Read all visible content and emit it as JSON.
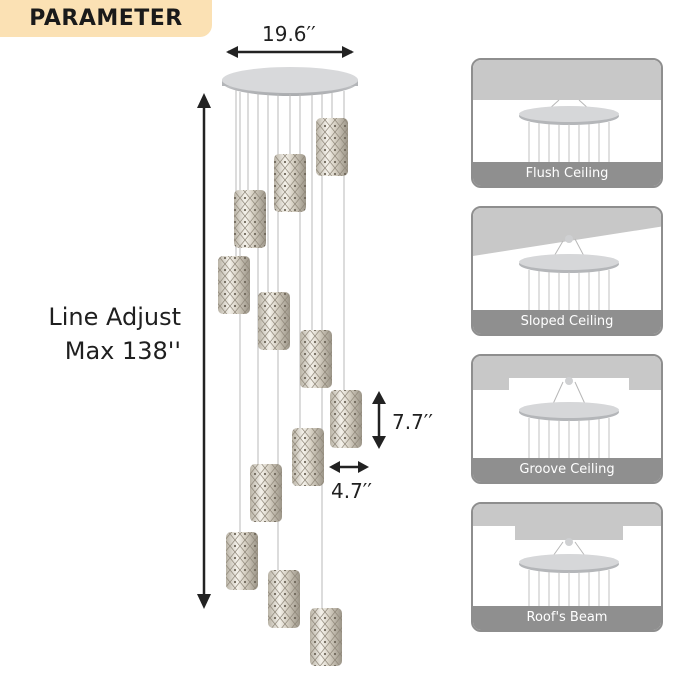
{
  "badge": {
    "title": "PARAMETER"
  },
  "dimensions": {
    "canopy_width": "19.6′′",
    "line_adjust_label": "Line Adjust",
    "line_adjust_max": "Max 138''",
    "pendant_height": "7.7′′",
    "pendant_width": "4.7′′"
  },
  "ceiling_types": [
    {
      "label": "Flush Ceiling",
      "icon": "flush-ceiling-icon"
    },
    {
      "label": "Sloped Ceiling",
      "icon": "sloped-ceiling-icon"
    },
    {
      "label": "Groove Ceiling",
      "icon": "groove-ceiling-icon"
    },
    {
      "label": "Roof's Beam",
      "icon": "roofs-beam-icon"
    }
  ],
  "colors": {
    "badge_bg": "#fbe1b4",
    "ceiling_gray": "#c8c8c8",
    "caption_gray": "#8f8f8f",
    "canopy_silver": "#c9cacc"
  }
}
